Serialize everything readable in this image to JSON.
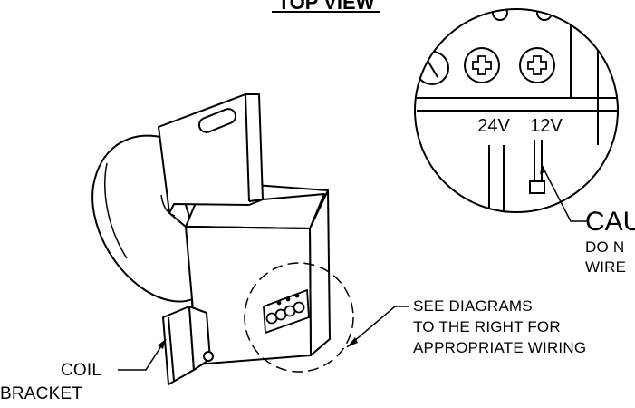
{
  "view_title": "TOP VIEW",
  "terminals": {
    "left_label": "24V",
    "right_label": "12V"
  },
  "caution": {
    "heading": "CAU",
    "line1": "DO N",
    "line2": "WIRE"
  },
  "callouts": {
    "see_diagrams": [
      "SEE DIAGRAMS",
      "TO THE RIGHT FOR",
      "APPROPRIATE WIRING"
    ],
    "coil_label": "COIL",
    "bracket_label": "BRACKET"
  }
}
